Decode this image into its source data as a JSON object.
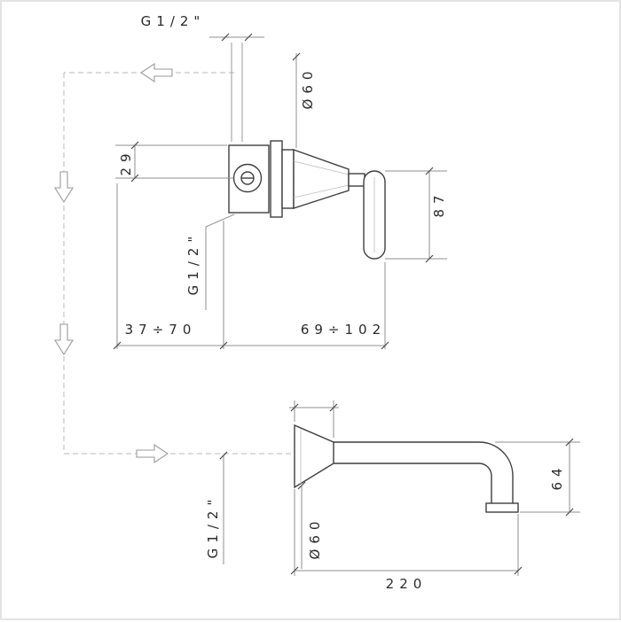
{
  "drawing": {
    "type": "technical-diagram",
    "subject": "wall-mounted mixer valve and spout installation dimensions",
    "labels": {
      "supply_thread_top": "G1/2\"",
      "valve_flange_diameter": "Ø60",
      "valve_offset": "29",
      "handle_length": "87",
      "valve_thread": "G1/2\"",
      "recess_depth_range": "37÷70",
      "handle_projection_range": "69÷102",
      "spout_thread": "G1/2\"",
      "spout_flange_diameter": "Ø60",
      "spout_drop": "64",
      "spout_projection": "220"
    },
    "colors": {
      "object_line": "#3f3f3f",
      "dimension_line": "#8f8f8f",
      "flow_line": "#b8b8b8"
    }
  }
}
